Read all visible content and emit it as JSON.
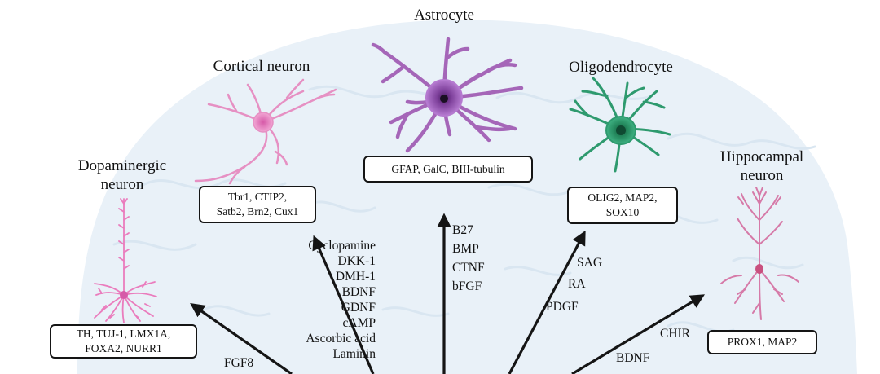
{
  "cells": [
    {
      "id": "astrocyte",
      "title": [
        "Astrocyte"
      ],
      "markers": [
        "GFAP, GalC, BIII-tubulin"
      ],
      "factors": [
        "B27",
        "BMP",
        "CTNF",
        "bFGF"
      ],
      "color": "#a566b8"
    },
    {
      "id": "cortical",
      "title": [
        "Cortical neuron"
      ],
      "markers": [
        "Tbr1, CTIP2,",
        "Satb2, Brn2, Cux1"
      ],
      "factors": [
        "Cyclopamine",
        "DKK-1",
        "DMH-1",
        "BDNF",
        "GDNF",
        "cAMP",
        "Ascorbic acid",
        "Laminin"
      ],
      "color": "#e690c3"
    },
    {
      "id": "dopaminergic",
      "title": [
        "Dopaminergic",
        "neuron"
      ],
      "markers": [
        "TH, TUJ-1, LMX1A,",
        "FOXA2, NURR1"
      ],
      "factors": [
        "FGF8"
      ],
      "color": "#ea7cbd"
    },
    {
      "id": "oligodendrocyte",
      "title": [
        "Oligodendrocyte"
      ],
      "markers": [
        "OLIG2, MAP2,",
        "SOX10"
      ],
      "factors": [
        "SAG",
        "RA",
        "PDGF"
      ],
      "color": "#2e9a6e"
    },
    {
      "id": "hippocampal",
      "title": [
        "Hippocampal",
        "neuron"
      ],
      "markers": [
        "PROX1, MAP2"
      ],
      "factors": [
        "CHIR",
        "BDNF"
      ],
      "color": "#d67aa8"
    }
  ]
}
